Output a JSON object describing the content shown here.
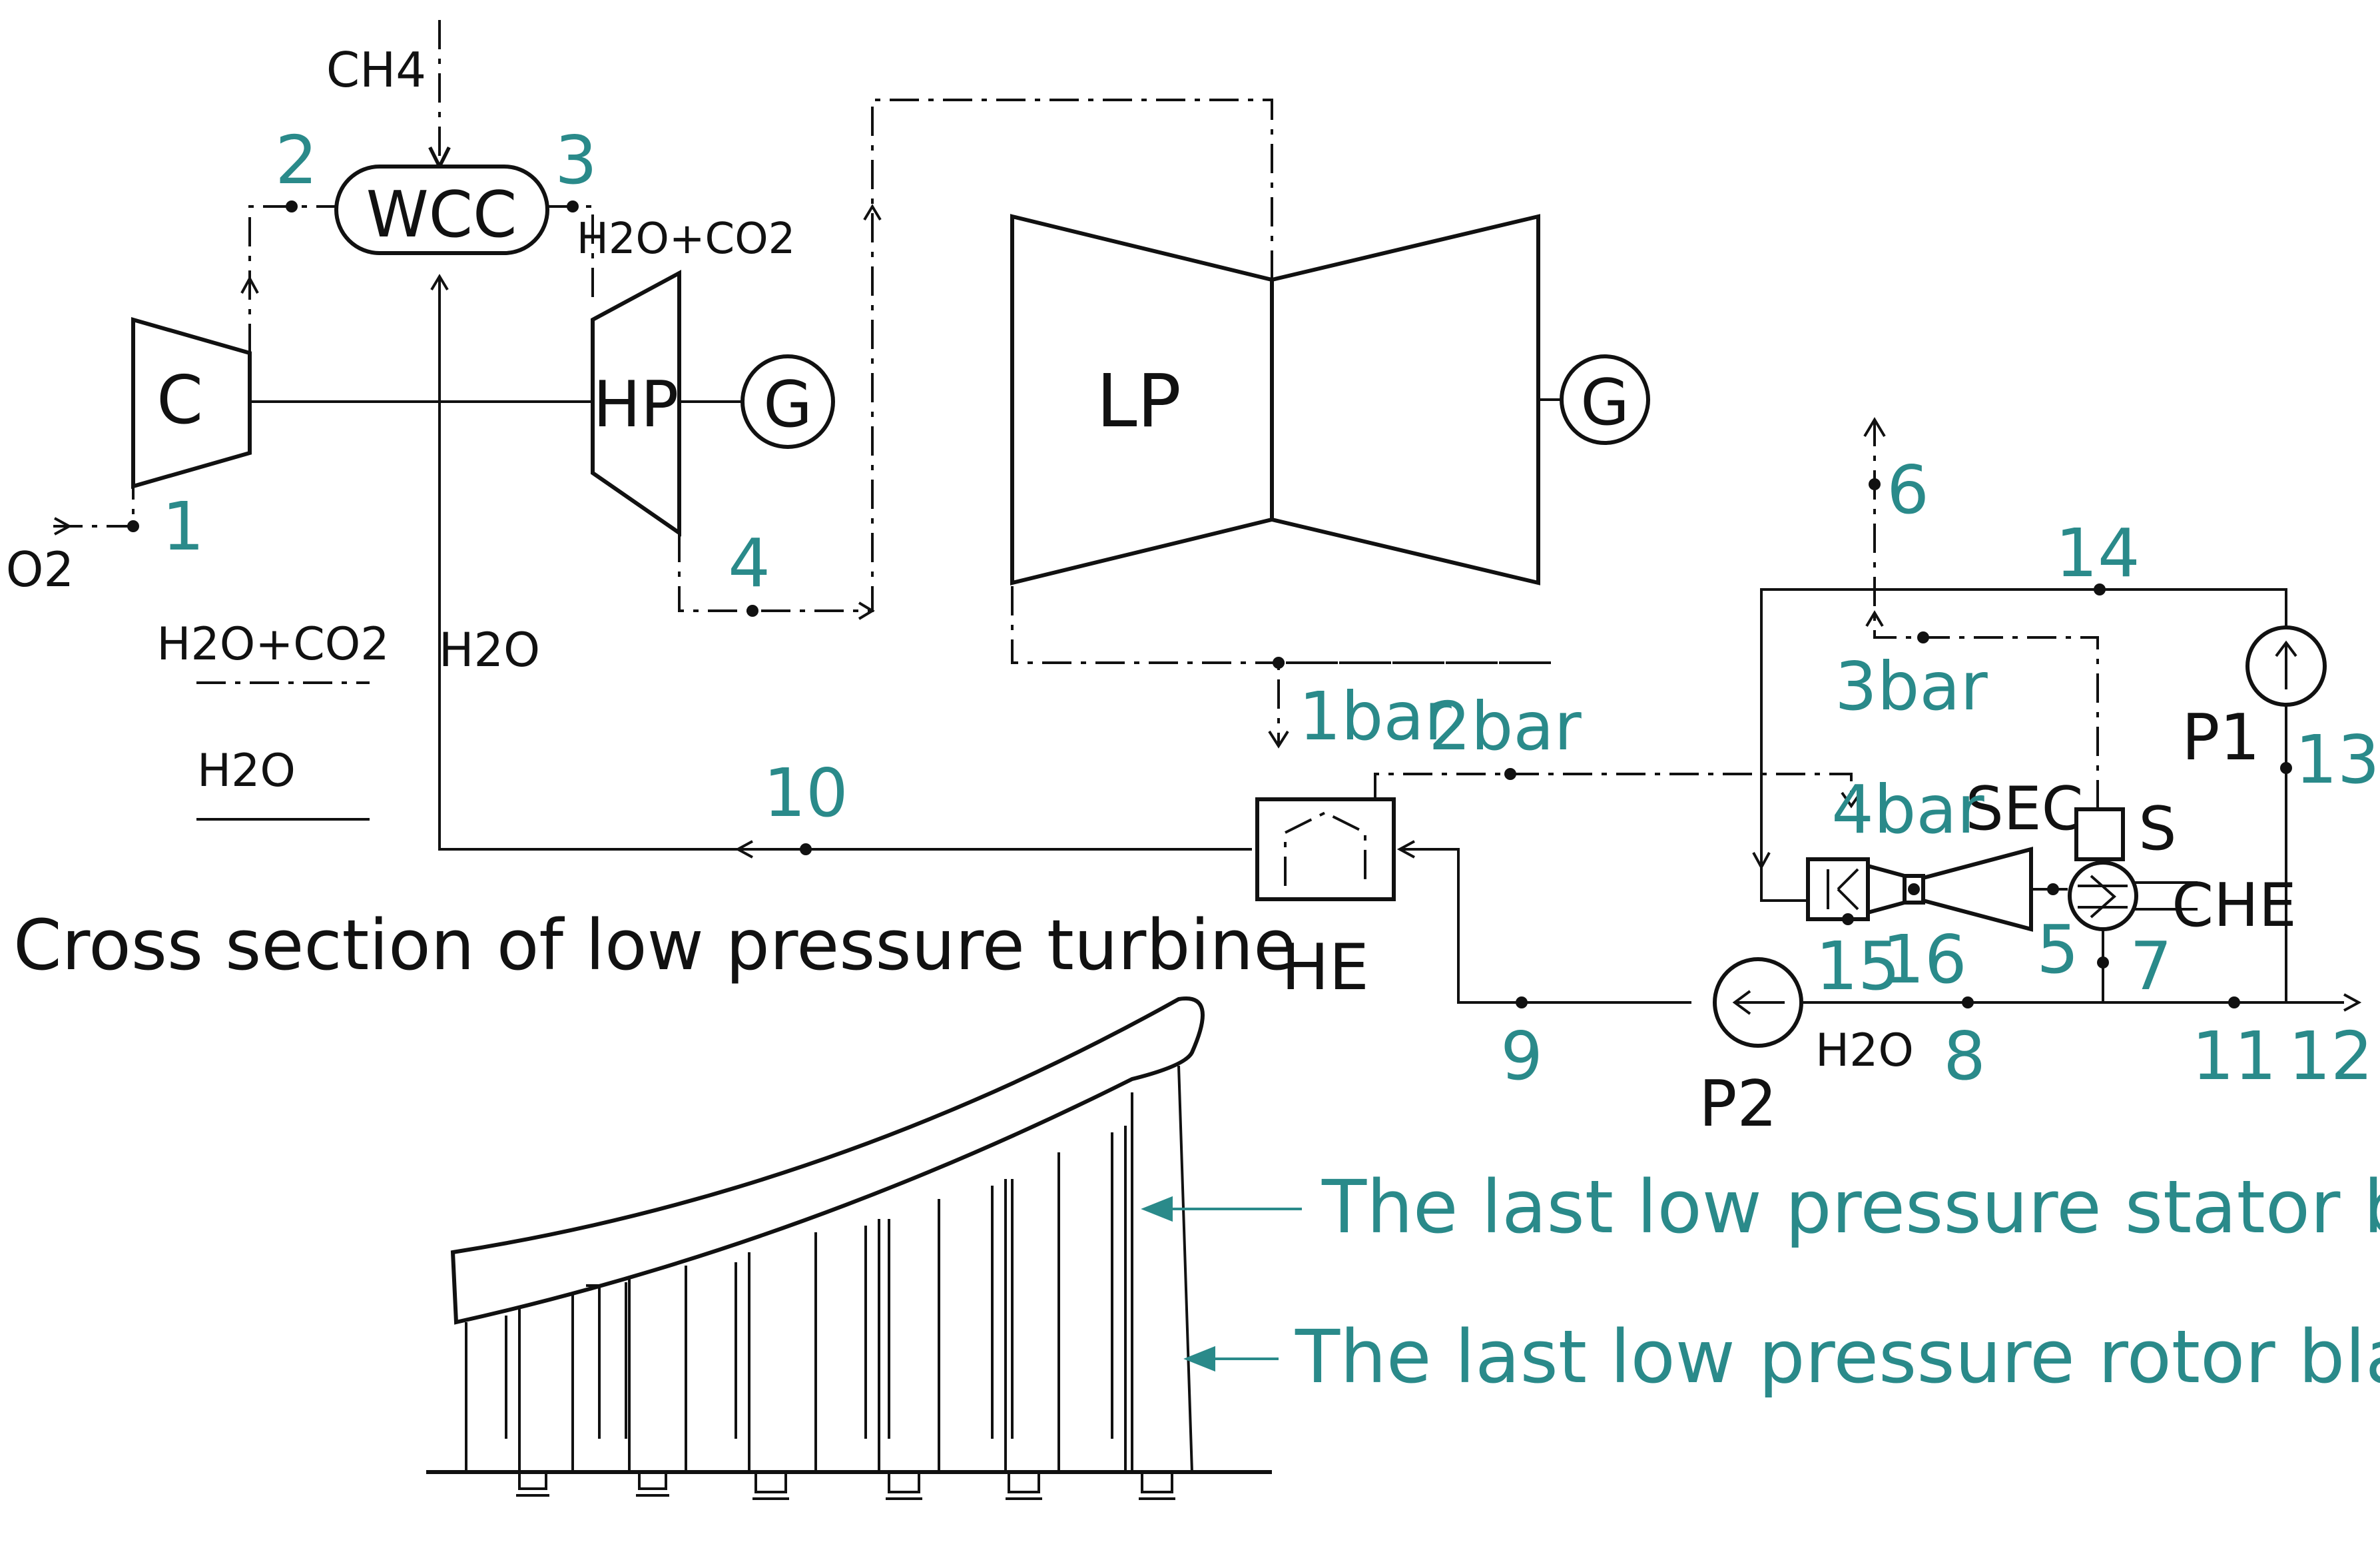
{
  "components": {
    "wcc": "WCC",
    "compressor": "C",
    "hp_turbine": "HP",
    "lp_turbine": "LP",
    "generator_1": "G",
    "generator_2": "G",
    "heat_exchanger": "HE",
    "pump_1": "P1",
    "pump_2": "P2",
    "sec": "SEC",
    "separator": "S",
    "che": "CHE"
  },
  "fluids": {
    "ch4": "CH4",
    "o2": "O2",
    "h2o_co2_top": "H2O+CO2",
    "h2o_vertical": "H2O",
    "h2o_bottom": "H2O"
  },
  "legend": {
    "dashed_label": "H2O+CO2",
    "solid_label": "H2O"
  },
  "points": {
    "p1": "1",
    "p2": "2",
    "p3": "3",
    "p4": "4",
    "p5": "5",
    "p6": "6",
    "p7": "7",
    "p8": "8",
    "p9": "9",
    "p10": "10",
    "p11": "11",
    "p12": "12",
    "p13": "13",
    "p14": "14",
    "p15": "15",
    "p16": "16"
  },
  "pressures": {
    "b1": "1bar",
    "b2": "2bar",
    "b3": "3bar",
    "b4": "4bar"
  },
  "cross_section": {
    "title": "Cross section of low pressure turbine",
    "stator_label": "The last low pressure stator blade",
    "rotor_label": "The last low pressure rotor blade"
  },
  "colors": {
    "line": "#111111",
    "accent": "#2a8a8a",
    "background": "#ffffff"
  }
}
